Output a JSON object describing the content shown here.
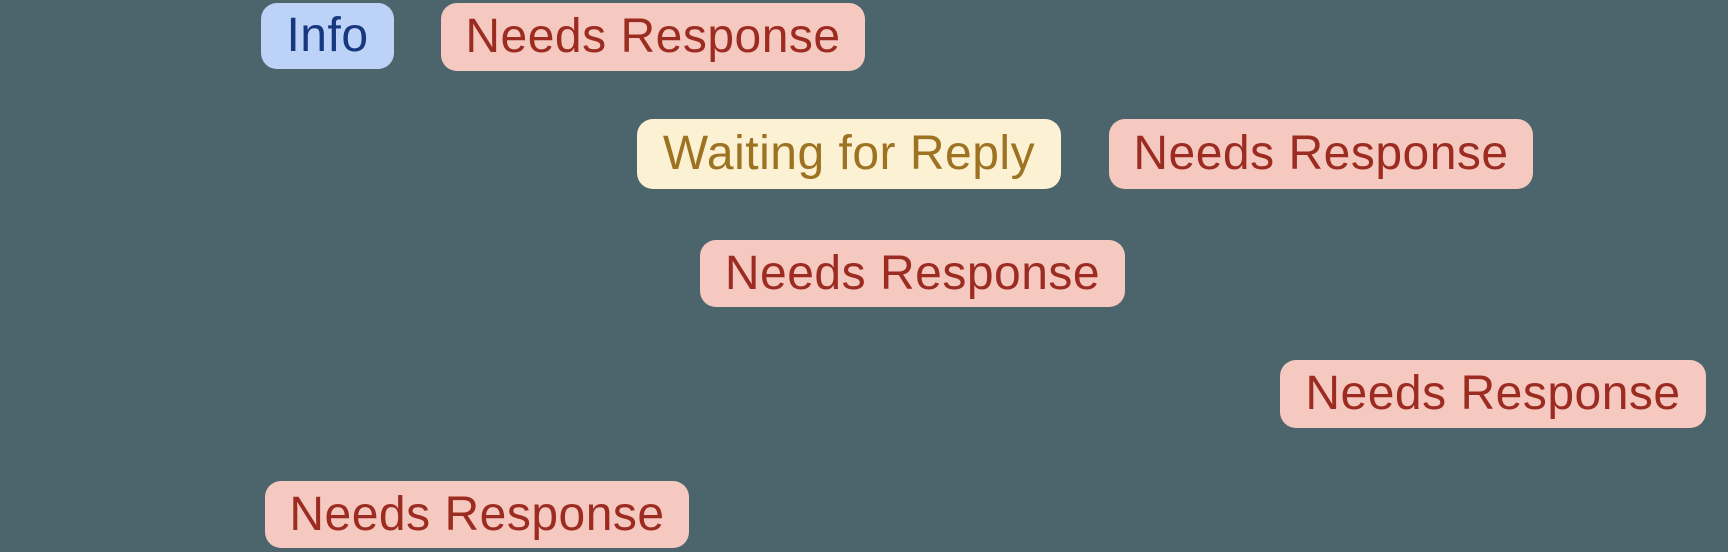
{
  "colors": {
    "page-bg": "#4c656d",
    "info-bg": "#bcd2f7",
    "info-fg": "#17377f",
    "needs-response-bg": "#f5c8c0",
    "needs-response-fg": "#9c2c21",
    "waiting-bg": "#fcf1d3",
    "waiting-fg": "#9d7322"
  },
  "badges": [
    {
      "label": "Info",
      "status": "info"
    },
    {
      "label": "Needs Response",
      "status": "needs-response"
    },
    {
      "label": "Waiting for Reply",
      "status": "waiting-for-reply"
    },
    {
      "label": "Needs Response",
      "status": "needs-response"
    },
    {
      "label": "Needs Response",
      "status": "needs-response"
    },
    {
      "label": "Needs Response",
      "status": "needs-response"
    },
    {
      "label": "Needs Response",
      "status": "needs-response"
    }
  ]
}
